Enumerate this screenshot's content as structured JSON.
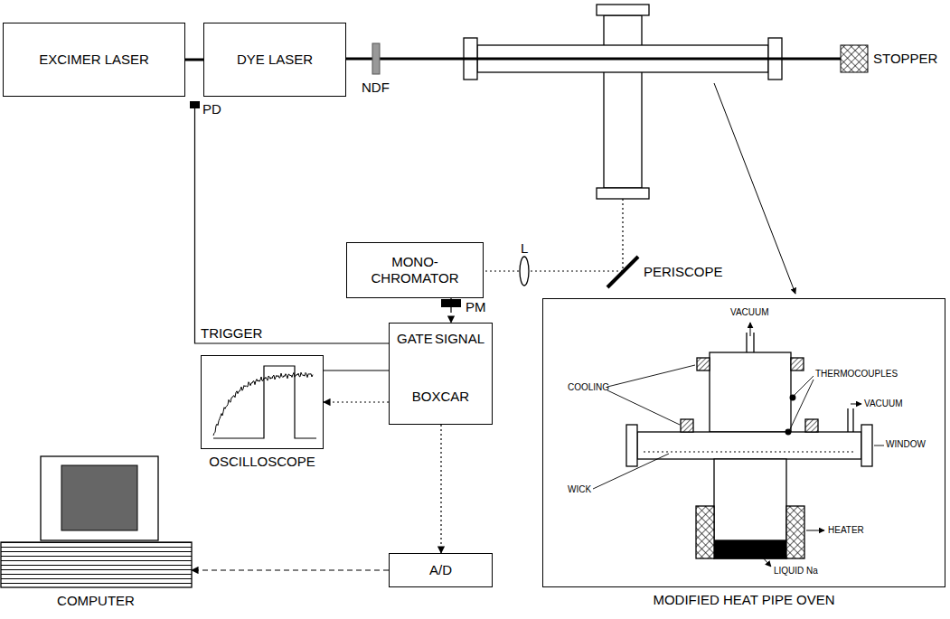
{
  "diagram": {
    "nodes": [
      {
        "text": [
          "EXCIMER LASER"
        ]
      },
      {
        "text": [
          "DYE LASER"
        ]
      },
      {
        "text": [
          "MONO- CHROMATOR"
        ]
      },
      {
        "text": [
          "GATE",
          "SIGNAL",
          "BOXCAR"
        ]
      },
      {
        "text": [
          "OSCILLOSCOPE"
        ]
      },
      {
        "text": [
          "A/D"
        ]
      },
      {
        "text": [
          "COMPUTER"
        ]
      },
      {
        "text": [
          "MODIFIED HEAT PIPE OVEN"
        ]
      }
    ],
    "edges": [
      {
        "from": 0,
        "to": 1,
        "arrow": "none"
      },
      {
        "from": 2,
        "to": 3,
        "arrow": "to"
      },
      {
        "from": 3,
        "to": 4,
        "arrow": "none"
      },
      {
        "from": 3,
        "to": 4,
        "arrow": "to"
      },
      {
        "from": 3,
        "to": 5,
        "arrow": "to"
      },
      {
        "from": 5,
        "to": 6,
        "arrow": "to"
      }
    ],
    "labels": [
      "PD",
      "NDF",
      "STOPPER",
      "L",
      "PERISCOPE",
      "TRIGGER",
      "PM",
      "VACUUM",
      "COOLING",
      "THERMOCOUPLES",
      "VACUUM",
      "WINDOW",
      "WICK",
      "HEATER",
      "LIQUID Na"
    ]
  }
}
